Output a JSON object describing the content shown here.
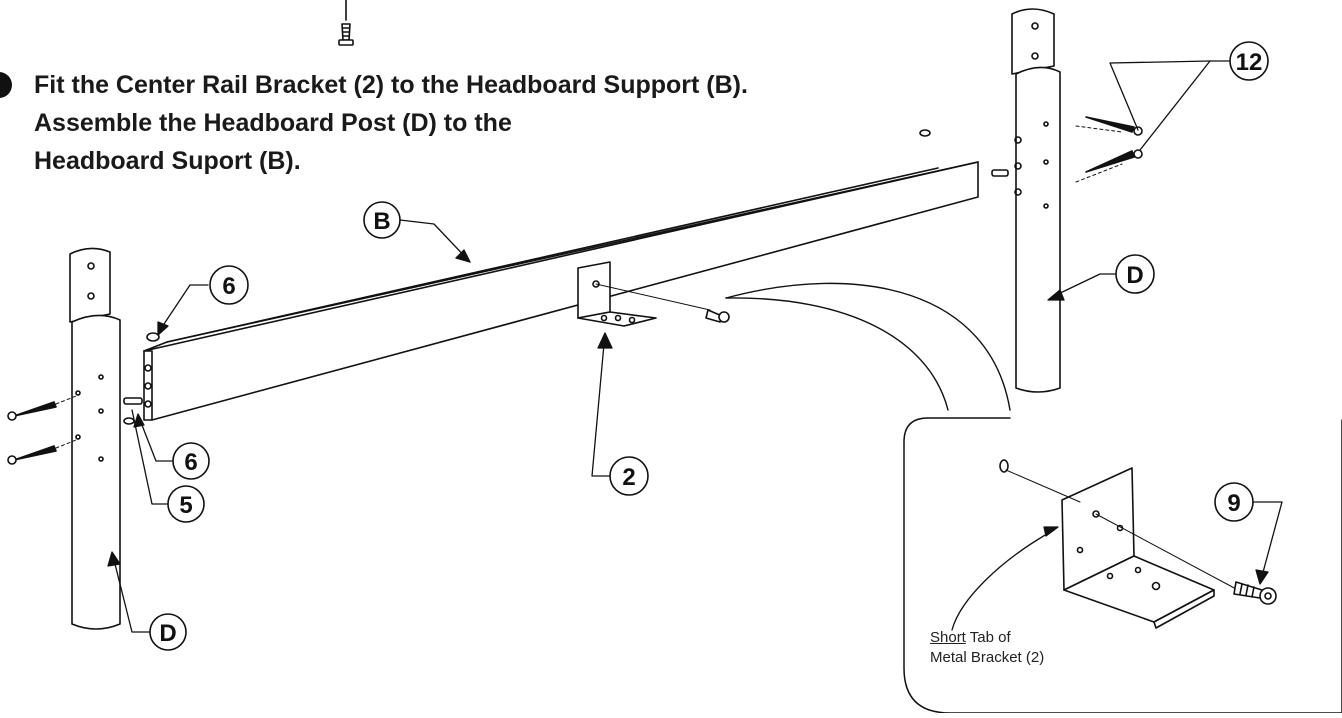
{
  "instruction": {
    "line1": "Fit the Center Rail Bracket (2) to the Headboard Support (B).",
    "line2": "Assemble the Headboard Post (D) to the",
    "line3": "Headboard Suport (B)."
  },
  "callouts": {
    "rail": "B",
    "post_right": "D",
    "post_left": "D",
    "bolts": "12",
    "dowel_top": "6",
    "dowel_bottom": "6",
    "peg": "5",
    "bracket": "2",
    "detail_screw": "9"
  },
  "detail_caption": {
    "underlined": "Short",
    "rest_line1": " Tab of",
    "line2": "Metal Bracket (2)"
  }
}
